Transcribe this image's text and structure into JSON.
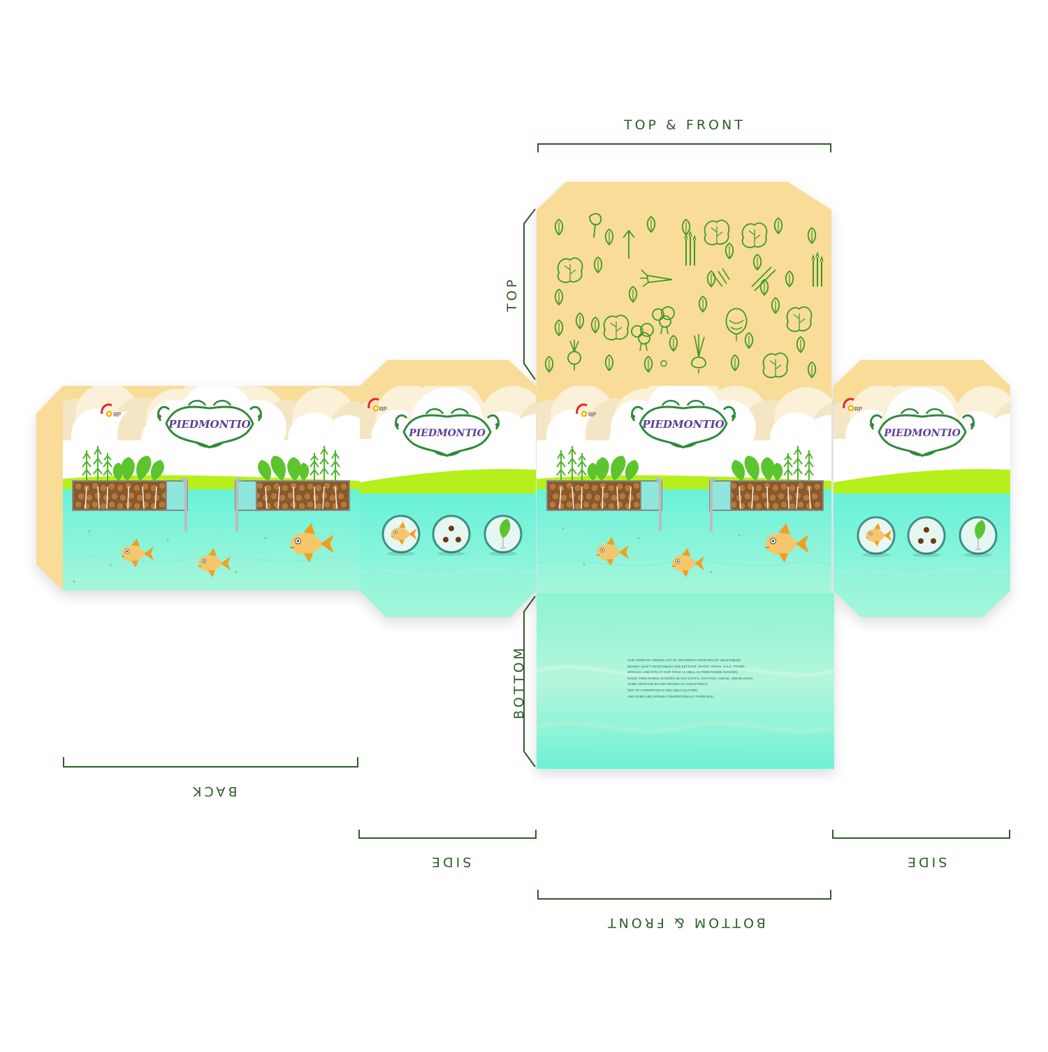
{
  "dieline": {
    "top_front_label": "TOP & FRONT",
    "top_label": "TOP",
    "bottom_label": "BOTTOM",
    "back_label": "BACK",
    "side_left_label": "SIDE",
    "side_right_label": "SIDE",
    "bottom_front_label": "BOTTOM & FRONT"
  },
  "brand": {
    "name": "PIEDMONTIO",
    "corp_mark": "RP"
  },
  "bottom_panel": {
    "lines": [
      "OUR COMPANY GROWS LOT OF DIFFERENT VARIETIES OF VEGETABLES",
      "(MAINLY LEAFY VEGETABLES LIKE LETTUCE, WATER CRESS, KALE, FRISEE,",
      "SPINACH, AND ETC) AT OUR FARM AS WELL AS FREE RANGE CHICKEN",
      "EGGS, FREE RANGE CHICKEN, BLACK GOATS, CRAYFISH, GEESE, GEESE EGGS.",
      "SOME VEGETABLES ARE GROWN VIA AQUAPONICS",
      "(MIX OF HYDROPONICS AND AQUACULTURE)",
      "AND SOME ARE GROWN CONVENTIONALLY FROM SOIL."
    ]
  },
  "icons": {
    "side_panel": [
      "fish-icon",
      "bugs-icon",
      "seedling-icon"
    ]
  },
  "colors": {
    "sand": "#f8dc98",
    "water": "#6cf3d8",
    "water_light": "#a8f4da",
    "grass": "#b6f01c",
    "cloud": "#ffffff",
    "line_green": "#2f5a2a",
    "doodle_green": "#3d9a22",
    "fish": "#f6c76a",
    "fish_dark": "#f29e20",
    "logo_purple": "#5b3e9a",
    "logo_green": "#2f8a3a"
  }
}
